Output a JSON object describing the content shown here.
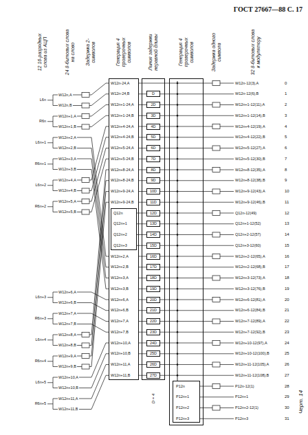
{
  "diagram": {
    "caption": "Черт. 14",
    "nodes": [
      {
        "text": [
          "Генерация 4 проверочных символов",
          "W12n-24,A",
          "W12n-24,B",
          "W12n+1-24,A",
          "W12n+1-24,B",
          "W12n+4-24,A",
          "W12n+4-24,B",
          "W12n+5-24,A",
          "W12n+5-24,B",
          "W12n+8-24,A",
          "W12n+8-24,B",
          "W12n+9-24,A",
          "W12n+9-24,B",
          "W12n+2,A",
          "W12n+2,B",
          "W12n+3,A",
          "W12n+3,B",
          "W12n+6,A",
          "W12n+6,B",
          "W12n+7,A",
          "W12n+7,B",
          "W12n+10,A",
          "W12n+10,B",
          "W12n+11,A",
          "W12n+11,B"
        ]
      },
      {
        "text": [
          "Q12n",
          "Q12n+1",
          "Q12n+2",
          "Q12n+3"
        ],
        "in": 0
      },
      {
        "text": [
          "Линия задержки неравной длины"
        ]
      },
      {
        "text": [
          "D"
        ],
        "in": 2
      },
      {
        "text": [
          "2D"
        ],
        "in": 2
      },
      {
        "text": [
          "3D"
        ],
        "in": 2
      },
      {
        "text": [
          "4D"
        ],
        "in": 2
      },
      {
        "text": [
          "5D"
        ],
        "in": 2
      },
      {
        "text": [
          "6D"
        ],
        "in": 2
      },
      {
        "text": [
          "7D"
        ],
        "in": 2
      },
      {
        "text": [
          "8D"
        ],
        "in": 2
      },
      {
        "text": [
          "9D"
        ],
        "in": 2
      },
      {
        "text": [
          "10D"
        ],
        "in": 2
      },
      {
        "text": [
          "11D"
        ],
        "in": 2
      },
      {
        "text": [
          "12D"
        ],
        "in": 2
      },
      {
        "text": [
          "13D"
        ],
        "in": 2
      },
      {
        "text": [
          "14D"
        ],
        "in": 2
      },
      {
        "text": [
          "15D"
        ],
        "in": 2
      },
      {
        "text": [
          "16D"
        ],
        "in": 2
      },
      {
        "text": [
          "17D"
        ],
        "in": 2
      },
      {
        "text": [
          "18D"
        ],
        "in": 2
      },
      {
        "text": [
          "19D"
        ],
        "in": 2
      },
      {
        "text": [
          "20D"
        ],
        "in": 2
      },
      {
        "text": [
          "21D"
        ],
        "in": 2
      },
      {
        "text": [
          "22D"
        ],
        "in": 2
      },
      {
        "text": [
          "23D"
        ],
        "in": 2
      },
      {
        "text": [
          "24D"
        ],
        "in": 2
      },
      {
        "text": [
          "25D"
        ],
        "in": 2
      },
      {
        "text": [
          "26D"
        ],
        "in": 2
      },
      {
        "text": [
          "27D"
        ],
        "in": 2
      },
      {
        "text": [
          "Генерация 4 проверочных символов"
        ]
      },
      {
        "text": [
          "P12n",
          "P12n+1",
          "P12n+2",
          "P12n+3"
        ],
        "in": 30
      }
    ],
    "edges": [
      {
        "from": 0,
        "to": 3,
        "arrow": "none"
      },
      {
        "from": 0,
        "to": 4,
        "arrow": "none"
      },
      {
        "from": 0,
        "to": 5,
        "arrow": "none"
      },
      {
        "from": 0,
        "to": 6,
        "arrow": "none"
      },
      {
        "from": 0,
        "to": 7,
        "arrow": "none"
      },
      {
        "from": 0,
        "to": 8,
        "arrow": "none"
      },
      {
        "from": 0,
        "to": 9,
        "arrow": "none"
      },
      {
        "from": 0,
        "to": 10,
        "arrow": "none"
      },
      {
        "from": 0,
        "to": 11,
        "arrow": "none"
      },
      {
        "from": 0,
        "to": 12,
        "arrow": "none"
      },
      {
        "from": 0,
        "to": 13,
        "arrow": "none"
      },
      {
        "from": 1,
        "to": 14,
        "arrow": "none"
      },
      {
        "from": 1,
        "to": 15,
        "arrow": "none"
      },
      {
        "from": 1,
        "to": 16,
        "arrow": "none"
      },
      {
        "from": 1,
        "to": 17,
        "arrow": "none"
      },
      {
        "from": 0,
        "to": 18,
        "arrow": "none"
      },
      {
        "from": 0,
        "to": 19,
        "arrow": "none"
      },
      {
        "from": 0,
        "to": 20,
        "arrow": "none"
      },
      {
        "from": 0,
        "to": 21,
        "arrow": "none"
      },
      {
        "from": 0,
        "to": 22,
        "arrow": "none"
      },
      {
        "from": 0,
        "to": 23,
        "arrow": "none"
      },
      {
        "from": 0,
        "to": 24,
        "arrow": "none"
      },
      {
        "from": 0,
        "to": 25,
        "arrow": "none"
      },
      {
        "from": 0,
        "to": 26,
        "arrow": "none"
      },
      {
        "from": 0,
        "to": 27,
        "arrow": "none"
      },
      {
        "from": 0,
        "to": 28,
        "arrow": "none"
      },
      {
        "from": 0,
        "to": 29,
        "arrow": "none"
      }
    ],
    "labels": [
      "ГОСТ 27667—88 С. 17",
      "12 16-разрядных слова из АЦП",
      "24 8-битовых слова на слово",
      "Задержка 2-символов",
      "Задержка одного символа",
      "32 8-битовых слова к модулятору",
      "L6n",
      "R6n",
      "L6n+1",
      "R6n+1",
      "L6n+2",
      "R6n+2",
      "L6n+3",
      "R6n+3",
      "L6n+4",
      "R6n+4",
      "L6n+5",
      "R6n+5",
      "W12n,A",
      "W12n,B",
      "W12n+1,A",
      "W12n+1,B",
      "W12n+2,A",
      "W12n+2,B",
      "W12n+3,A",
      "W12n+3,B",
      "W12n+4,A",
      "W12n+4,B",
      "W12n+5,A",
      "W12n+5,B",
      "W12n+6,A",
      "W12n+6,B",
      "W12n+7,A",
      "W12n+7,B",
      "W12n+8,A",
      "W12n+8,B",
      "W12n+9,A",
      "W12n+9,B",
      "W12n+10,A",
      "W12n+10,B",
      "W12n+11,A",
      "W12n+11,B",
      "D = 4",
      "W12n-12(3),A",
      "W12n-12(6),B",
      "W12n+1-12(11),A",
      "W12n+1-12(14),B",
      "W12n+4-12(19),A",
      "W12n+4-12(22),B",
      "W12n+5-12(27),A",
      "W12n+5-12(30),B",
      "W12n+8-12(35),A",
      "W12n+8-12(38),B",
      "W12n+9-12(43),A",
      "W12n+9-12(46),B",
      "Q12n-12(49)",
      "Q12n+1-12(52)",
      "Q12n+2-12(57)",
      "Q12n+3-12(60)",
      "W12n+2-12(65),A",
      "W12n+2-12(68),B",
      "W12n+3-12(73),A",
      "W12n+3-12(76),B",
      "W12n+6-12(81),A",
      "W12n+6-12(84),B",
      "W12n+7-12(89),A",
      "W12n+7-12(92),B",
      "W12n+10-12(97),A",
      "W12n+10-12(100),B",
      "W12n+11-12(105),A",
      "W12n+11-12(108),B",
      "P12n-12(1)",
      "P12n+1",
      "P12n+2-12(1)",
      "P12n+3",
      "0",
      "1",
      "2",
      "3",
      "4",
      "5",
      "6",
      "7",
      "8",
      "9",
      "10",
      "11",
      "12",
      "13",
      "14",
      "15",
      "16",
      "17",
      "18",
      "19",
      "20",
      "21",
      "22",
      "23",
      "24",
      "25",
      "26",
      "27",
      "28",
      "29",
      "30",
      "31"
    ]
  }
}
